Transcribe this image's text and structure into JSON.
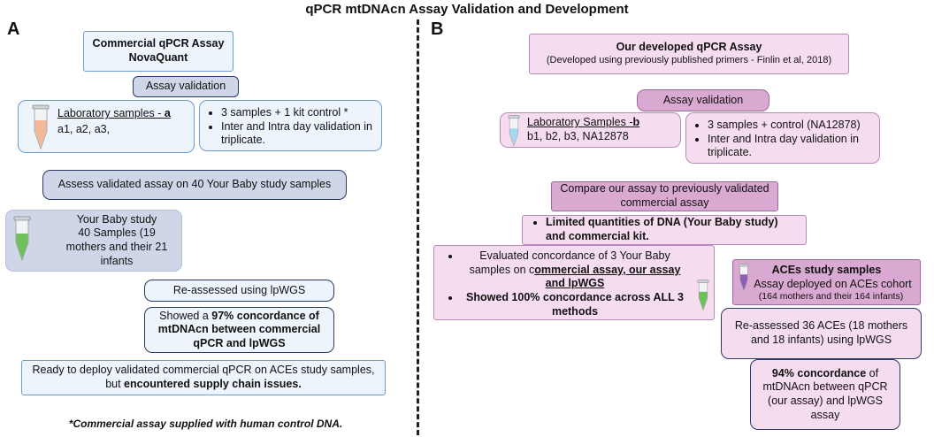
{
  "title": "qPCR mtDNAcn Assay Validation and Development",
  "panel_a": {
    "letter": "A",
    "commercial_assay": {
      "line1": "Commercial qPCR Assay",
      "line2": "NovaQuant"
    },
    "assay_validation": "Assay validation",
    "lab_samples": {
      "label": "Laboratory samples - ",
      "letter": "a",
      "values": "a1, a2, a3,"
    },
    "bullets": [
      "3 samples + 1 kit control *",
      "Inter and Intra day validation in triplicate."
    ],
    "assess": "Assess validated assay on 40 Your Baby study samples",
    "your_baby": {
      "line1": "Your Baby study",
      "line2": "40 Samples (19",
      "line3": "mothers and their 21",
      "line4": "infants"
    },
    "reassessed": "Re-assessed using lpWGS",
    "concordance": {
      "pre": "Showed a ",
      "bold": "97% concordance of mtDNAcn between commercial qPCR and lpWGS"
    },
    "ready": {
      "pre": "Ready to deploy validated commercial qPCR on ACEs study samples, but ",
      "bold": "encountered supply chain issues."
    },
    "footnote": "*Commercial assay supplied with human control DNA."
  },
  "panel_b": {
    "letter": "B",
    "developed": {
      "line1": "Our developed qPCR Assay",
      "line2": "(Developed using previously published primers - Finlin et al, 2018)"
    },
    "assay_validation": "Assay validation",
    "lab_samples": {
      "label": "Laboratory Samples -",
      "letter": "b",
      "values": "b1, b2, b3, NA12878"
    },
    "bullets": [
      "3 samples + control (NA12878)",
      "Inter and Intra day validation in triplicate."
    ],
    "compare": "Compare our assay to previously validated commercial assay",
    "limited": "Limited quantities of DNA (Your Baby study) and commercial kit.",
    "evaluated": {
      "pre": "Evaluated concordance of 3 Your Baby samples on c",
      "bold": "ommercial assay, our assay and lpWGS"
    },
    "showed": "Showed 100% concordance across ALL 3 methods",
    "aces": {
      "title": "ACEs study samples",
      "line2": "Assay deployed on ACEs cohort",
      "line3": "(164 mothers and their 164 infants)"
    },
    "reassessed": "Re-assessed 36 ACEs (18 mothers and 18 infants) using lpWGS",
    "concordance": {
      "bold": "94% concordance",
      "post": " of mtDNAcn  between qPCR (our assay) and lpWGS assay"
    }
  },
  "colors": {
    "light_blue": "#edf4fb",
    "mid_blue": "#cfd6e8",
    "pink": "#f6dcef",
    "dark_pink": "#d9a9d1",
    "navy": "#2b3a66"
  }
}
